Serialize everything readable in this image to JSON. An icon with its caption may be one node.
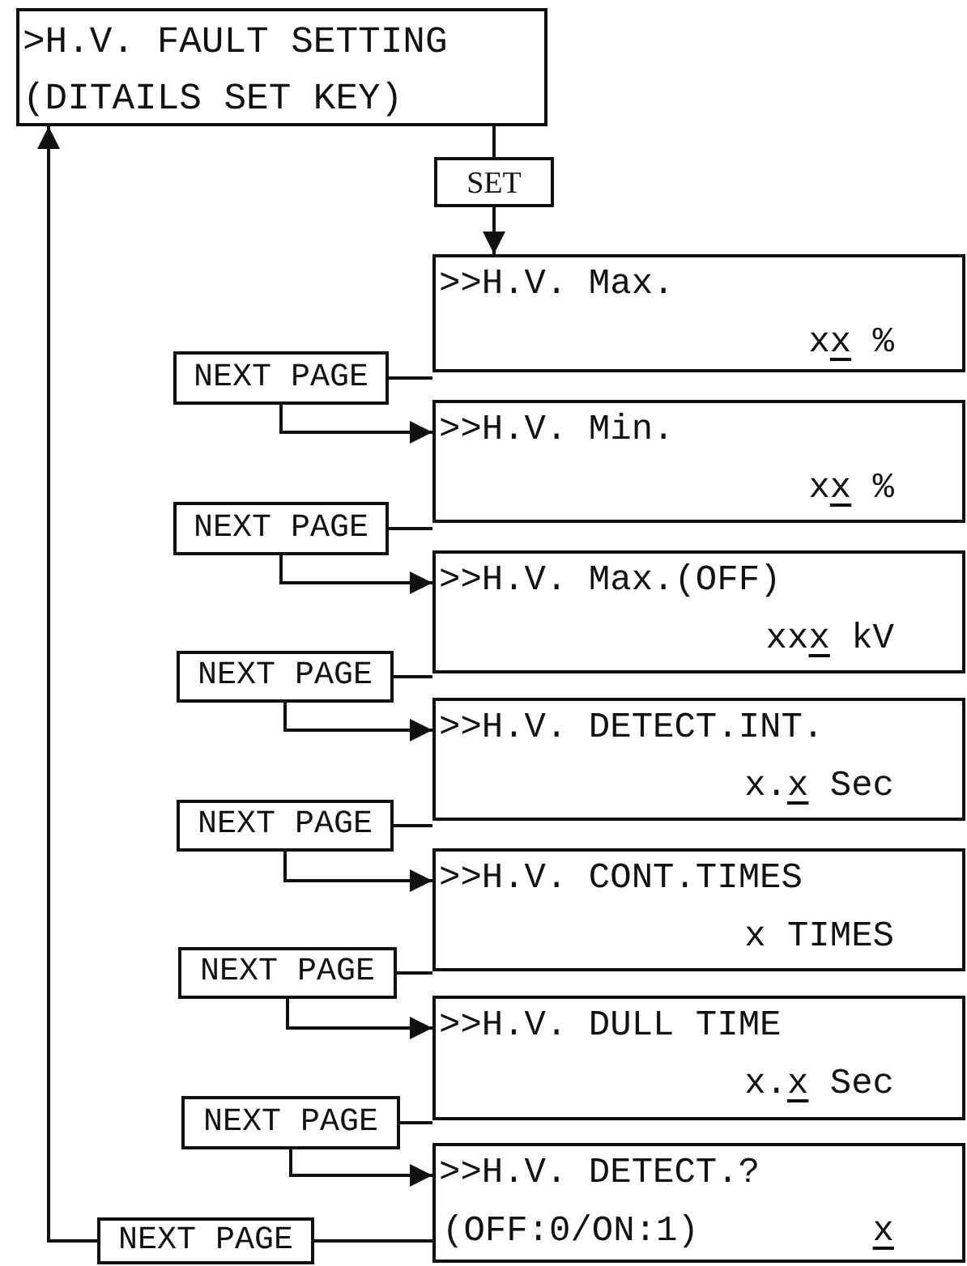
{
  "diagram": {
    "nodes": [
      {
        "text": [
          ">H.V. FAULT SETTING",
          "(DITAILS SET KEY)"
        ]
      },
      {
        "text": [
          "SET"
        ]
      },
      {
        "text": [
          ">>H.V. Max.",
          "xx %"
        ]
      },
      {
        "text": [
          "NEXT PAGE"
        ]
      },
      {
        "text": [
          ">>H.V. Min.",
          "xx %"
        ]
      },
      {
        "text": [
          "NEXT PAGE"
        ]
      },
      {
        "text": [
          ">>H.V. Max.(OFF)",
          "xxx kV"
        ]
      },
      {
        "text": [
          "NEXT PAGE"
        ]
      },
      {
        "text": [
          ">>H.V. DETECT.INT.",
          "x.x Sec"
        ]
      },
      {
        "text": [
          "NEXT PAGE"
        ]
      },
      {
        "text": [
          ">>H.V. CONT.TIMES",
          "x TIMES"
        ]
      },
      {
        "text": [
          "NEXT PAGE"
        ]
      },
      {
        "text": [
          ">>H.V. DULL TIME",
          "x.x Sec"
        ]
      },
      {
        "text": [
          "NEXT PAGE"
        ]
      },
      {
        "text": [
          ">>H.V. DETECT.?",
          "(OFF:0/ON:1)",
          "x"
        ]
      },
      {
        "text": [
          "NEXT PAGE"
        ]
      }
    ],
    "edges": [
      {
        "from": 0,
        "to": 1,
        "arrow": "none"
      },
      {
        "from": 1,
        "to": 2,
        "arrow": "to"
      },
      {
        "from": 2,
        "to": 3,
        "arrow": "none"
      },
      {
        "from": 3,
        "to": 4,
        "arrow": "to"
      },
      {
        "from": 4,
        "to": 5,
        "arrow": "none"
      },
      {
        "from": 5,
        "to": 6,
        "arrow": "to"
      },
      {
        "from": 6,
        "to": 7,
        "arrow": "none"
      },
      {
        "from": 7,
        "to": 8,
        "arrow": "to"
      },
      {
        "from": 8,
        "to": 9,
        "arrow": "none"
      },
      {
        "from": 9,
        "to": 10,
        "arrow": "to"
      },
      {
        "from": 10,
        "to": 11,
        "arrow": "none"
      },
      {
        "from": 11,
        "to": 12,
        "arrow": "to"
      },
      {
        "from": 12,
        "to": 13,
        "arrow": "none"
      },
      {
        "from": 13,
        "to": 14,
        "arrow": "to"
      },
      {
        "from": 14,
        "to": 15,
        "arrow": "none"
      },
      {
        "from": 15,
        "to": 0,
        "arrow": "to"
      }
    ]
  }
}
